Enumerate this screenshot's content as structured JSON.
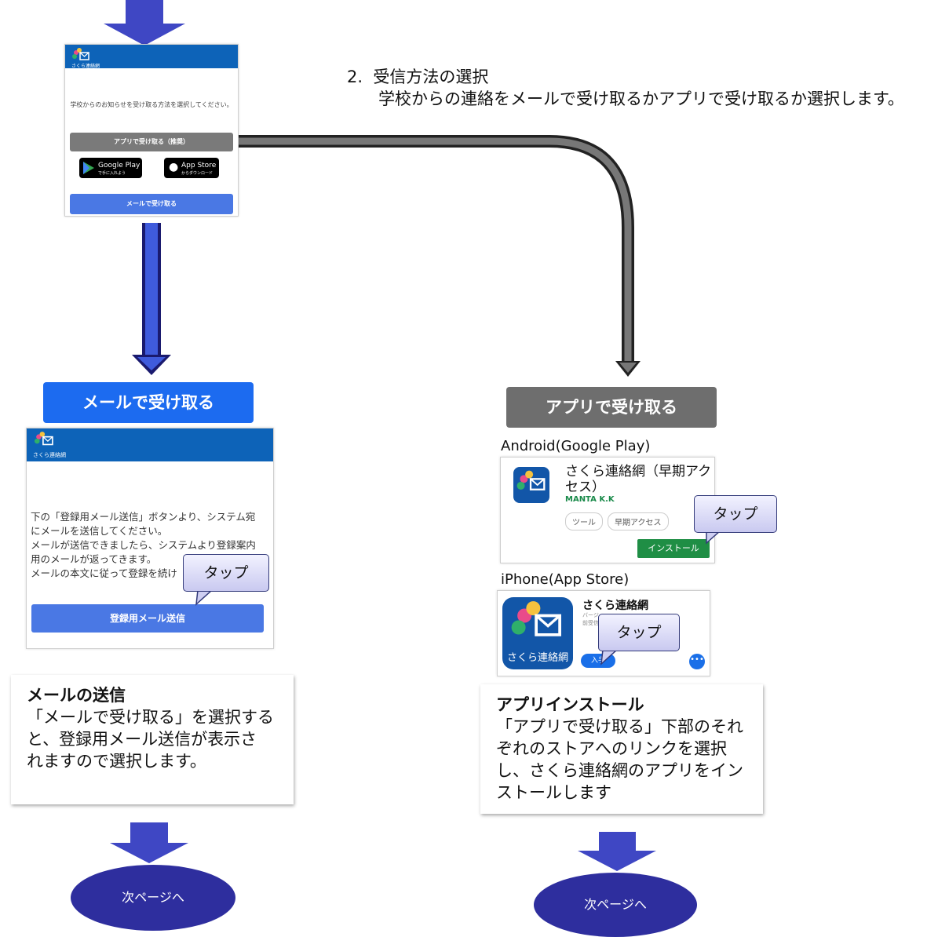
{
  "step": {
    "number": "2.",
    "title": "受信方法の選択",
    "description": "学校からの連絡をメールで受け取るかアプリで受け取るか選択します。"
  },
  "phone_top": {
    "logo_sub": "さくら連絡網",
    "message": "学校からのお知らせを受け取る方法を選択してください。",
    "app_button": "アプリで受け取る（推奨）",
    "google_play": {
      "small": "で手に入れよう",
      "label": "Google Play"
    },
    "app_store": {
      "small": "からダウンロード",
      "label": "App Store"
    },
    "mail_button": "メールで受け取る"
  },
  "mail_branch": {
    "label": "メールで受け取る",
    "logo_sub": "さくら連絡網",
    "body_lines": [
      "下の「登録用メール送信」ボタンより、システム宛",
      "にメールを送信してください。",
      "メールが送信できましたら、システムより登録案内",
      "用のメールが返ってきます。",
      "メールの本文に従って登録を続け"
    ],
    "send_button": "登録用メール送信",
    "tap": "タップ",
    "card_title": "メールの送信",
    "card_lines": [
      "「メールで受け取る」を選択する",
      "と、登録用メール送信が表示さ",
      "れますので選択します。"
    ],
    "next": "次ページへ"
  },
  "app_branch": {
    "label": "アプリで受け取る",
    "android_heading": "Android(Google Play)",
    "android_app_name_line1": "さくら連絡網（早期アク",
    "android_app_name_line2": "セス）",
    "android_developer": "MANTA K.K",
    "android_chip1": "ツール",
    "android_chip2": "早期アクセス",
    "android_install": "インストール",
    "android_tap": "タップ",
    "ios_heading": "iPhone(App Store)",
    "ios_app_name": "さくら連絡網",
    "ios_logo_text": "さくら連絡網",
    "ios_sub1": "バージ",
    "ios_sub2": "前受信",
    "ios_get": "入手",
    "ios_tap": "タップ",
    "card_title": "アプリインストール",
    "card_lines": [
      "「アプリで受け取る」下部のそれ",
      "ぞれのストアへのリンクを選択",
      "し、さくら連絡網のアプリをイン",
      "ストールします"
    ],
    "next": "次ページへ"
  },
  "colors": {
    "arrow_blue": "#3f47c4",
    "arrow_gray": "#555555",
    "header_blue": "#0d63b8",
    "oval": "#2e2e9e"
  }
}
